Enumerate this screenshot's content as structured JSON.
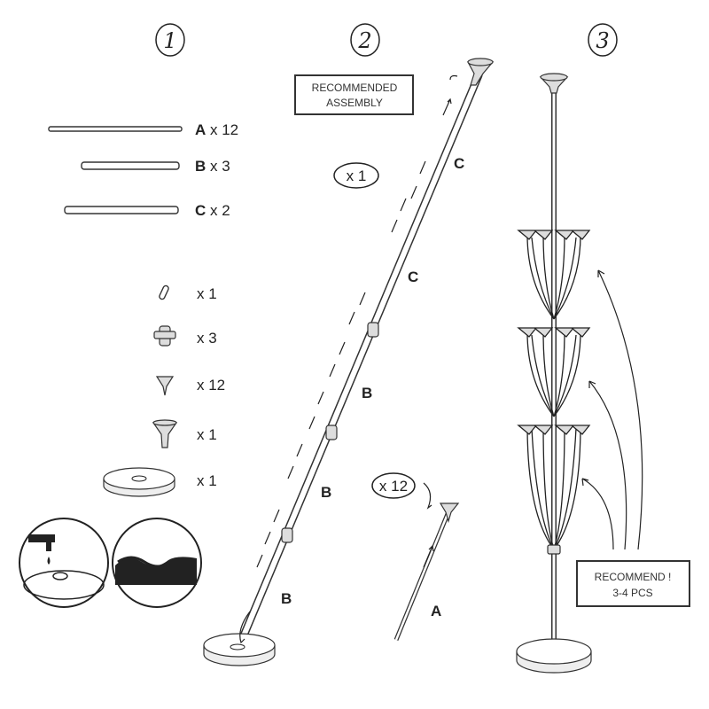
{
  "steps": [
    "1",
    "2",
    "3"
  ],
  "parts": {
    "rods": [
      {
        "letter": "A",
        "qty": "x 12"
      },
      {
        "letter": "B",
        "qty": "x 3"
      },
      {
        "letter": "C",
        "qty": "x 2"
      }
    ],
    "connectors": [
      {
        "icon": "joint-pin-icon",
        "qty": "x 1"
      },
      {
        "icon": "cross-connector-icon",
        "qty": "x 3"
      },
      {
        "icon": "balloon-cup-icon",
        "qty": "x 12"
      },
      {
        "icon": "top-cup-icon",
        "qty": "x 1"
      },
      {
        "icon": "base-icon",
        "qty": "x 1"
      }
    ]
  },
  "step2": {
    "box": {
      "line1": "RECOMMENDED",
      "line2": "ASSEMBLY"
    },
    "count_top": "x 1",
    "count_arms": "x 12",
    "pole_labels": [
      "C",
      "C",
      "B",
      "B",
      "B"
    ],
    "arm_label": "A"
  },
  "step3": {
    "box": {
      "line1": "RECOMMEND !",
      "line2": "3-4 PCS"
    }
  }
}
